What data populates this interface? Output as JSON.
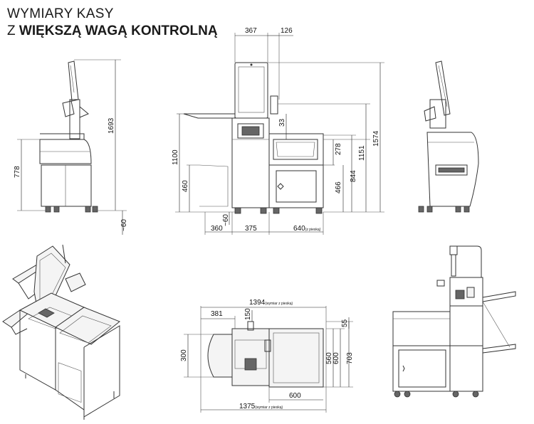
{
  "title": {
    "line1": "WYMIARY KASY",
    "line2_prefix": "Z ",
    "line2_bold": "WIĘKSZĄ WAGĄ KONTROLNĄ"
  },
  "dimensions": {
    "side_left": {
      "total_height": "1693",
      "desk_height": "778",
      "floor": "~60"
    },
    "front": {
      "top_width": "367",
      "top_offset": "126",
      "scanner": "33",
      "h1100": "1100",
      "h460": "460",
      "h60": "~60",
      "h278": "278",
      "h466": "466",
      "h844": "844",
      "h1151": "1151",
      "h1574": "1574",
      "w360": "360",
      "w375": "375",
      "w640": "640",
      "w640_note": "(z pieską)"
    },
    "top_view": {
      "total_width": "1394",
      "total_width_note": "(wymiar z pieską)",
      "w381": "381",
      "d150": "150",
      "d55": "55",
      "d300": "300",
      "d560": "560",
      "d600_v": "600",
      "d703": "703",
      "w600": "600",
      "w1375": "1375",
      "w1375_note": "(wymiar z pieską)"
    }
  }
}
